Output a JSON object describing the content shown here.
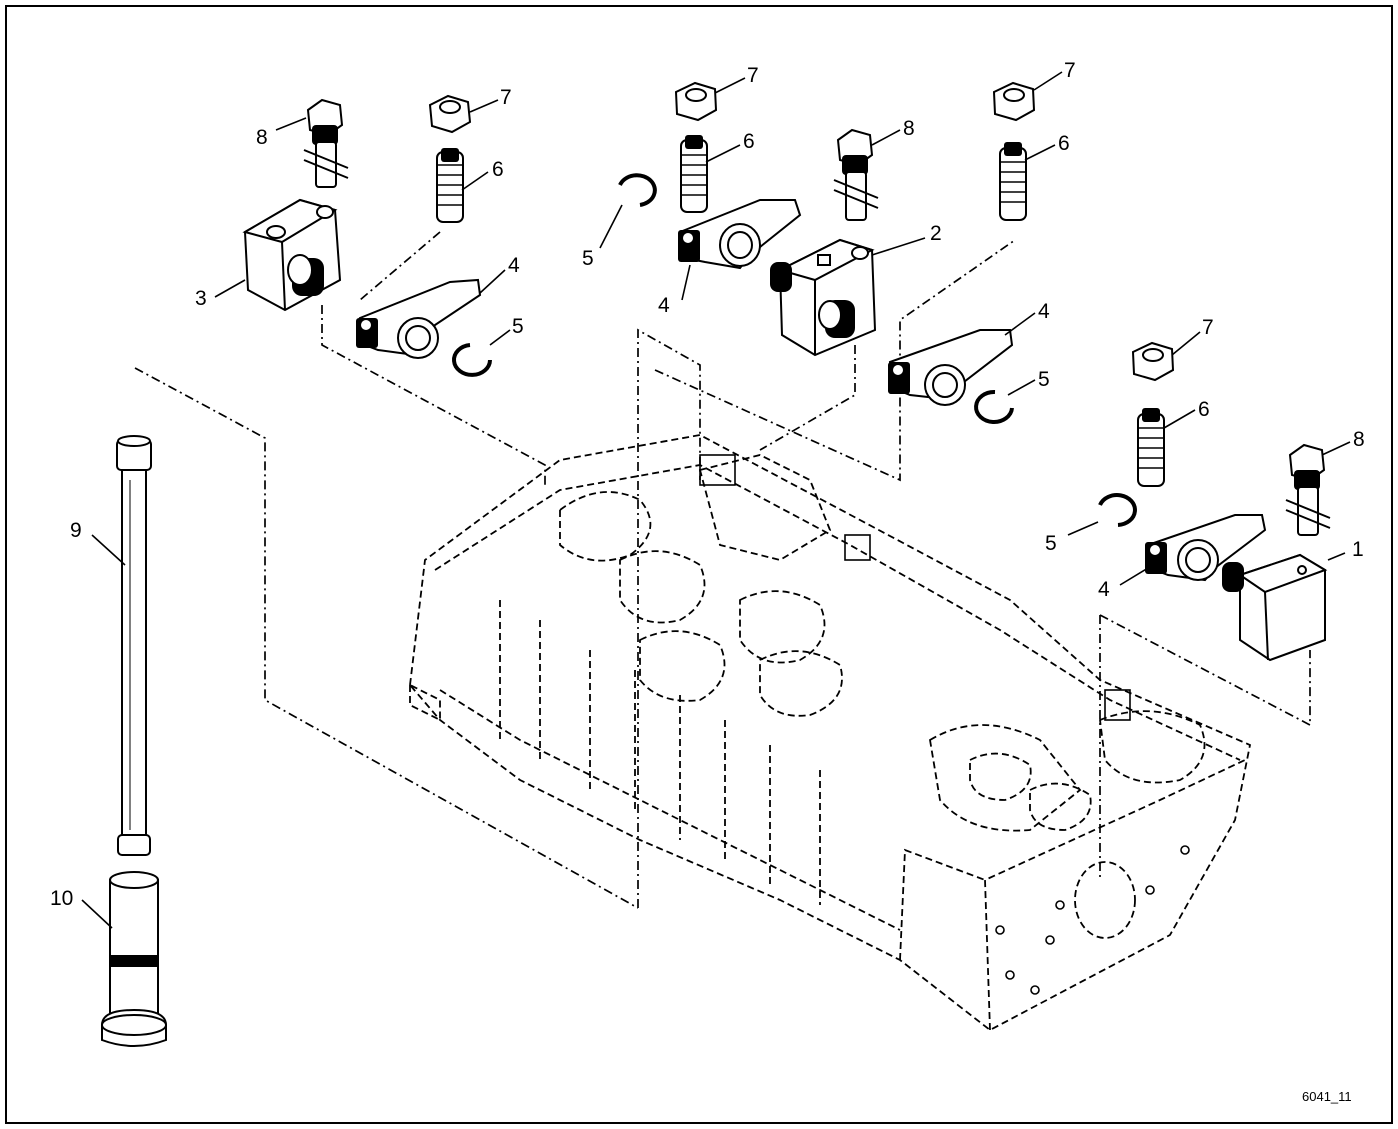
{
  "figure": {
    "id": "6041_11",
    "callouts": [
      "1",
      "2",
      "3",
      "4",
      "5",
      "6",
      "7",
      "8",
      "9",
      "10"
    ]
  }
}
